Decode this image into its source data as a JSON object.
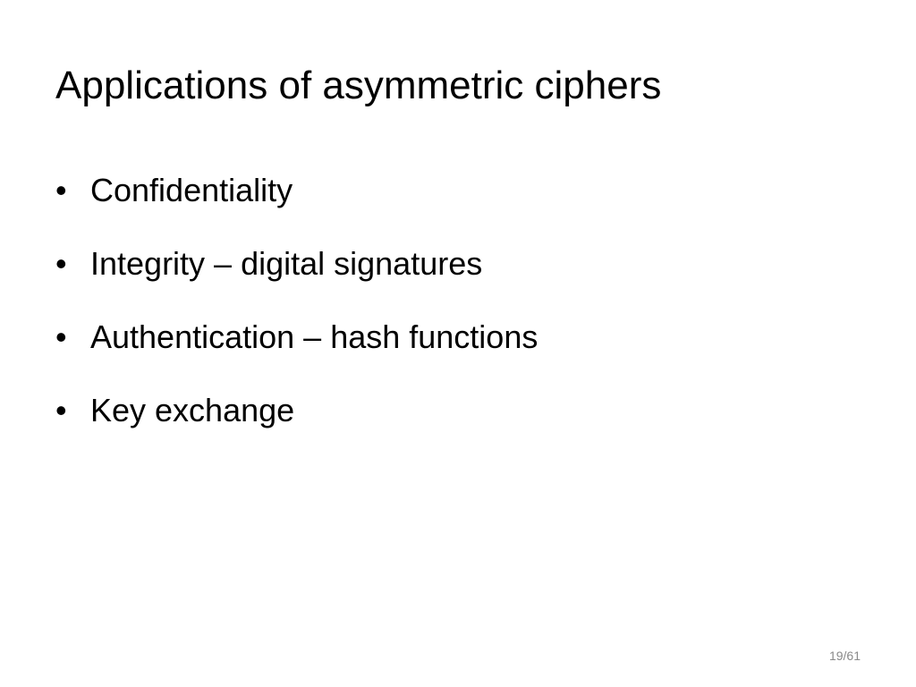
{
  "slide": {
    "title": "Applications of asymmetric ciphers",
    "bullet_symbol": "•",
    "bullets": [
      "Confidentiality",
      "Integrity – digital signatures",
      "Authentication – hash functions",
      "Key exchange"
    ],
    "page_number": "19/61"
  }
}
